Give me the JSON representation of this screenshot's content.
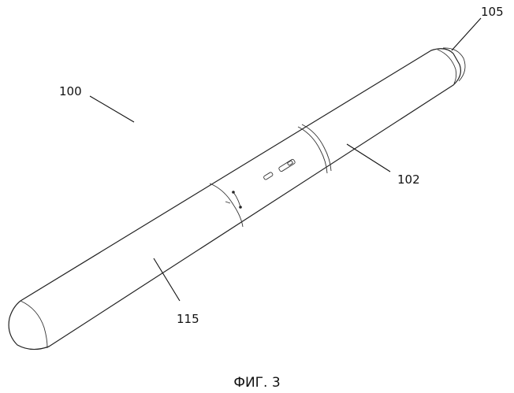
{
  "figure": {
    "caption": "ФИГ. 3",
    "labels": {
      "device": "100",
      "body": "102",
      "tip": "105",
      "cap": "115"
    }
  }
}
